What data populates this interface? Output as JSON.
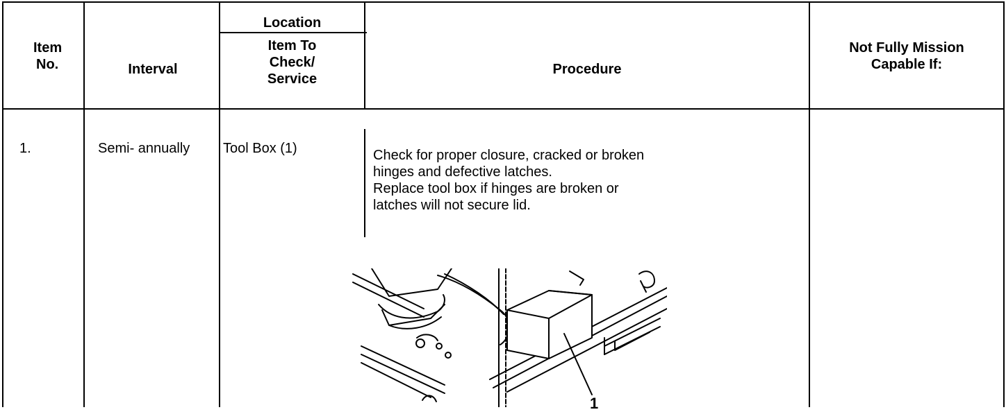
{
  "headers": {
    "item_no": [
      "Item",
      "No."
    ],
    "interval": "Interval",
    "location": "Location",
    "item_to_check": [
      "Item To",
      "Check/",
      "Service"
    ],
    "procedure": "Procedure",
    "not_fmc": [
      "Not Fully Mission",
      "Capable If:"
    ]
  },
  "row": {
    "item_no": "1.",
    "interval": "Semi- annually",
    "item": "Tool Box (1)",
    "procedure": [
      "Check for proper closure, cracked or broken",
      "hinges and defective latches.",
      "Replace tool box if hinges are broken or",
      "latches will not secure lid."
    ],
    "not_fmc": ""
  },
  "figure": {
    "callout": "1"
  }
}
